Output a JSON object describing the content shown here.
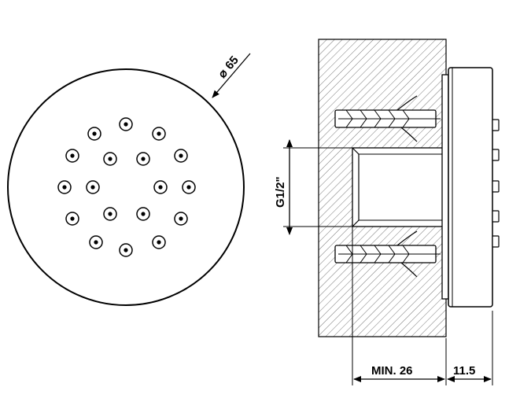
{
  "front_view": {
    "diameter_symbol": "⌀",
    "diameter_value": "65"
  },
  "side_view": {
    "thread_label": "G1/2\"",
    "min_depth_label": "MIN. 26",
    "projection_label": "11.5"
  }
}
